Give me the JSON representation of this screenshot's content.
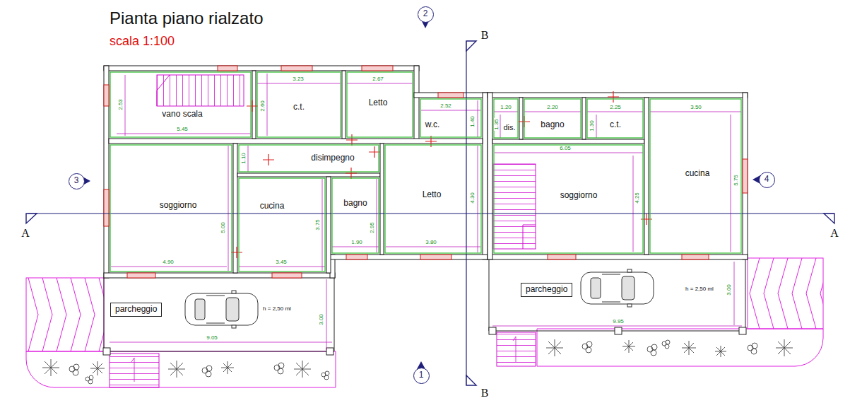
{
  "diagram": {
    "title": "Pianta piano rialzato",
    "nodes": [
      {
        "text": [
          "2"
        ]
      },
      {
        "text": [
          "vano scala"
        ]
      },
      {
        "text": [
          "c.t."
        ]
      },
      {
        "text": [
          "Letto"
        ]
      },
      {
        "text": [
          "w.c."
        ]
      },
      {
        "text": [
          "dis."
        ]
      },
      {
        "text": [
          "bagno"
        ]
      },
      {
        "text": [
          "c.t."
        ]
      },
      {
        "text": [
          "disimpegno"
        ]
      },
      {
        "text": [
          "3"
        ]
      },
      {
        "text": [
          "soggiorno"
        ]
      },
      {
        "text": [
          "cucina"
        ]
      },
      {
        "text": [
          "bagno"
        ]
      },
      {
        "text": [
          "Letto"
        ]
      },
      {
        "text": [
          "soggiorno"
        ]
      },
      {
        "text": [
          "cucina"
        ]
      },
      {
        "text": [
          "4"
        ]
      },
      {
        "text": [
          "parcheggio"
        ]
      },
      {
        "text": [
          "parcheggio"
        ]
      },
      {
        "text": [
          "1"
        ]
      }
    ],
    "labels": [
      "scala 1:100",
      "B",
      "2.53",
      "3.23",
      "2.60",
      "2.67",
      "2.52",
      "1.40",
      "1.20",
      "1.35",
      "2.20",
      "1.30",
      "2.25",
      "3.50",
      "5.45",
      "1.10",
      "6.05",
      "5.75",
      "4.30",
      "4.25",
      "A",
      "A",
      "5.00",
      "3.75",
      "2.95",
      "1.90",
      "3.80",
      "4.90",
      "3.45",
      "h = 2,50 ml",
      "3.00",
      "h = 2,50 ml",
      "3.00",
      "9.95",
      "9.05",
      "B"
    ]
  }
}
